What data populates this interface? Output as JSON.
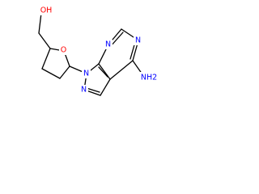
{
  "structure": {
    "atoms": {
      "hydroxyl": "OH",
      "ring_oxygen": "O",
      "n1": "N",
      "n2": "N",
      "n_pyrimidine_top": "N",
      "n_pyrimidine_left": "N",
      "amine": "NH2"
    }
  },
  "colors": {
    "bond": "#000000",
    "oxygen": "#ff0000",
    "nitrogen": "#0000ff",
    "background": "#ffffff"
  }
}
